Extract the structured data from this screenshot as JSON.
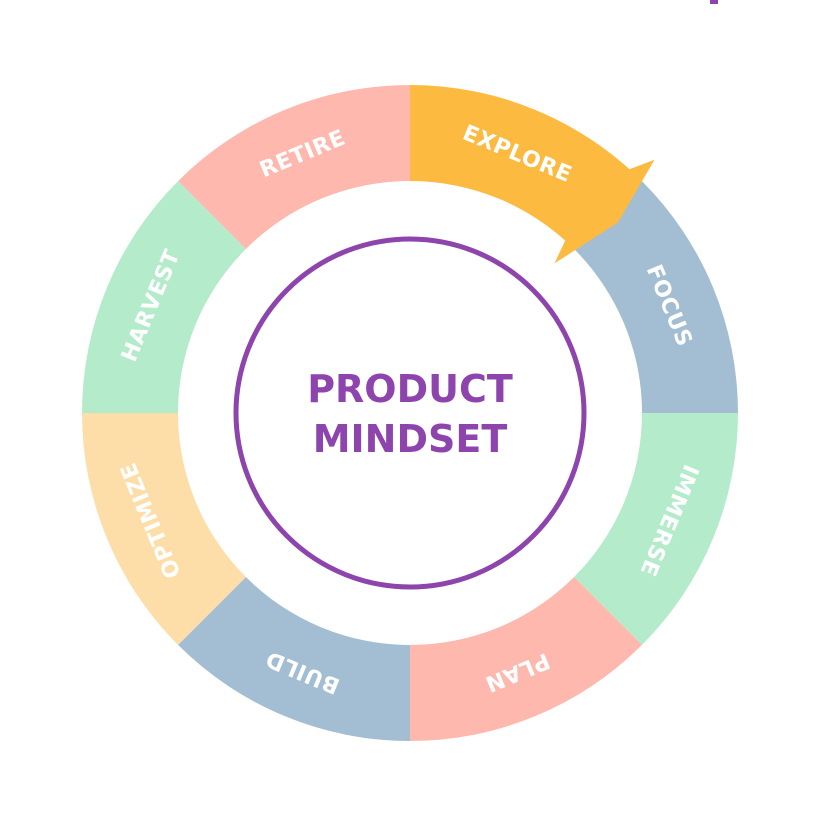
{
  "diagram": {
    "title_line1": "PRODUCT",
    "title_line2": "MINDSET",
    "accent_color": "#8E44AD",
    "segments": [
      {
        "label": "EXPLORE",
        "color": "#FDBA40",
        "has_arrow": true
      },
      {
        "label": "FOCUS",
        "color": "#A3BDD2"
      },
      {
        "label": "IMMERSE",
        "color": "#B3EBCB"
      },
      {
        "label": "PLAN",
        "color": "#FEB8AE"
      },
      {
        "label": "BUILD",
        "color": "#A3BDD2"
      },
      {
        "label": "OPTIMIZE",
        "color": "#FEDEA8"
      },
      {
        "label": "HARVEST",
        "color": "#B3EBCB"
      },
      {
        "label": "RETIRE",
        "color": "#FEB8AE"
      }
    ]
  }
}
